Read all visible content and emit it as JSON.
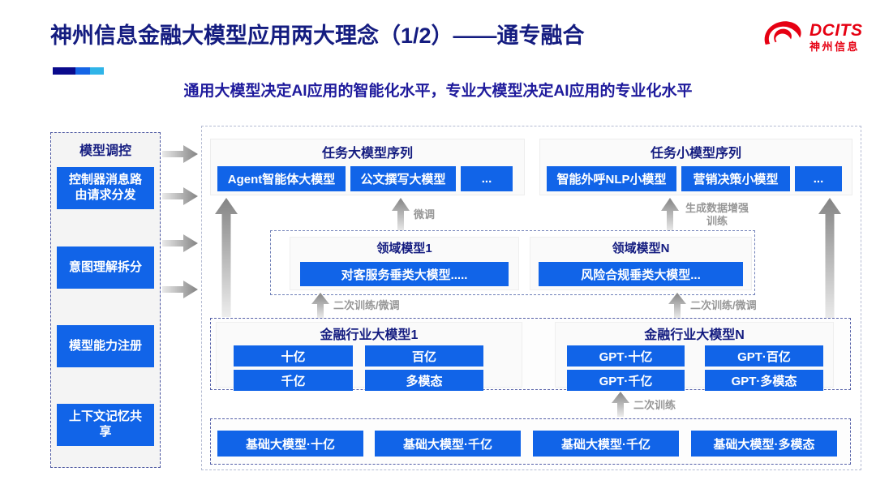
{
  "header": {
    "title": "神州信息金融大模型应用两大理念（1/2）——通专融合",
    "subtitle": "通用大模型决定AI应用的智能化水平，专业大模型决定AI应用的专业化水平",
    "logo": {
      "brand": "DCITS",
      "brand_cn": "神州信息"
    }
  },
  "sidebar": {
    "title": "模型调控",
    "items": [
      "控制器消息路由请求分发",
      "意图理解拆分",
      "模型能力注册",
      "上下文记忆共享"
    ]
  },
  "diagram": {
    "task_large": {
      "title": "任务大模型序列",
      "boxes": [
        "Agent智能体大模型",
        "公文撰写大模型",
        "..."
      ]
    },
    "task_small": {
      "title": "任务小模型序列",
      "boxes": [
        "智能外呼NLP小模型",
        "营销决策小模型",
        "..."
      ]
    },
    "domain_group": {
      "domain1": {
        "title": "领域模型1",
        "box": "对客服务垂类大模型....."
      },
      "domainN": {
        "title": "领域模型N",
        "box": "风险合规垂类大模型..."
      }
    },
    "industry1": {
      "title": "金融行业大模型1",
      "boxes": [
        "十亿",
        "百亿",
        "千亿",
        "多模态"
      ]
    },
    "industryN": {
      "title": "金融行业大模型N",
      "boxes": [
        "GPT·十亿",
        "GPT·百亿",
        "GPT·千亿",
        "GPT·多模态"
      ]
    },
    "base_models": [
      "基础大模型·十亿",
      "基础大模型·千亿",
      "基础大模型·千亿",
      "基础大模型·多模态"
    ],
    "labels": {
      "finetune": "微调",
      "gen_data_training": "生成数据增强训练",
      "secondary_finetune_left": "二次训练/微调",
      "secondary_finetune_right": "二次训练/微调",
      "secondary_training": "二次训练"
    }
  },
  "colors": {
    "accent_blue": "#1164e8",
    "title_navy": "#141c80",
    "subtitle_blue": "#1e1a9c",
    "brand_red": "#e60012",
    "bar_segments": [
      "#0a0a8c",
      "#1565e6",
      "#30b4e8"
    ],
    "arrow_gray": "#8e8e8e",
    "label_gray": "#979797"
  }
}
